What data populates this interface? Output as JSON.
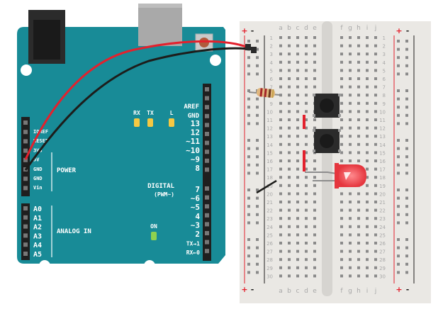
{
  "board": {
    "reset": "RESET",
    "aref": "AREF",
    "gnd_top": "GND",
    "digital_pins": [
      "13",
      "12",
      "~11",
      "~10",
      "~9",
      "8",
      "7",
      "~6",
      "~5",
      "4",
      "~3",
      "2",
      "TX→1",
      "RX←0"
    ],
    "digital": "DIGITAL",
    "pwm": "(PWM~)",
    "rx": "RX",
    "tx": "TX",
    "l": "L",
    "on": "ON",
    "power_pins": [
      "IOREF",
      "RESET",
      "3V3",
      "5V",
      "GND",
      "GND",
      "Vin"
    ],
    "power": "POWER",
    "analog_pins": [
      "A0",
      "A1",
      "A2",
      "A3",
      "A4",
      "A5"
    ],
    "analog_in": "ANALOG IN"
  },
  "breadboard": {
    "columns_left": [
      "a",
      "b",
      "c",
      "d",
      "e"
    ],
    "columns_right": [
      "f",
      "g",
      "h",
      "i",
      "j"
    ],
    "rows": [
      "1",
      "2",
      "3",
      "4",
      "5",
      "6",
      "7",
      "8",
      "9",
      "10",
      "11",
      "12",
      "13",
      "14",
      "15",
      "16",
      "17",
      "18",
      "19",
      "20",
      "21",
      "22",
      "23",
      "24",
      "25",
      "26",
      "27",
      "28",
      "29",
      "30"
    ],
    "plus": "+",
    "minus": "-"
  },
  "colors": {
    "board": "#188b97",
    "wire_red": "#e3212d",
    "wire_black": "#1d1d1b",
    "led": "#f2484f"
  }
}
